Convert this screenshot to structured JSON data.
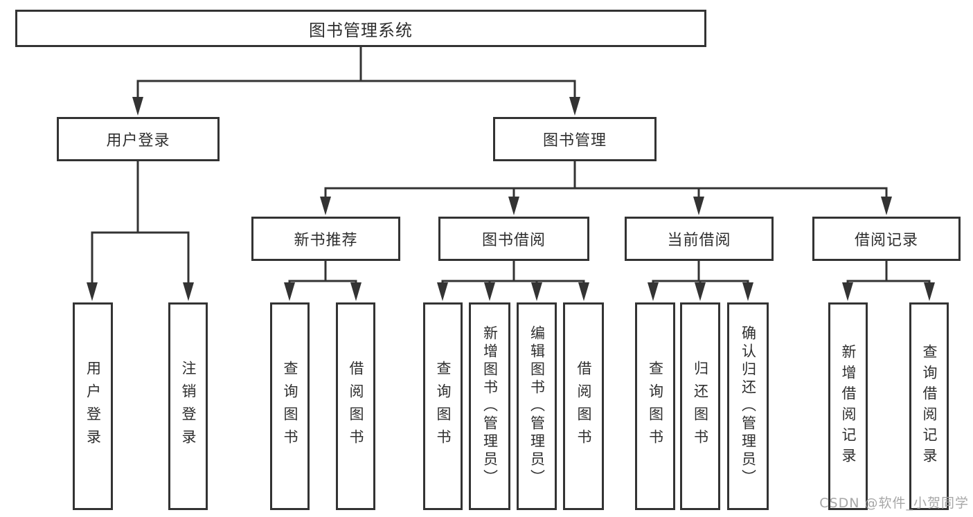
{
  "diagram": {
    "title": "图书管理系统",
    "branches": [
      {
        "label": "用户登录",
        "leaves": [
          "用户登录",
          "注销登录"
        ]
      },
      {
        "label": "图书管理",
        "groups": [
          {
            "label": "新书推荐",
            "leaves": [
              "查询图书",
              "借阅图书"
            ]
          },
          {
            "label": "图书借阅",
            "leaves": [
              "查询图书",
              "新增图书（管理员）",
              "编辑图书（管理员）",
              "借阅图书"
            ]
          },
          {
            "label": "当前借阅",
            "leaves": [
              "查询图书",
              "归还图书",
              "确认归还（管理员）"
            ]
          },
          {
            "label": "借阅记录",
            "leaves": [
              "新增借阅记录",
              "查询借阅记录"
            ]
          }
        ]
      }
    ]
  },
  "watermark": {
    "text": "CSDN @软件_小贺同学"
  },
  "colors": {
    "line": "#333333",
    "text": "#2e2e2e",
    "box_background": "#ffffff",
    "watermark": "#a0a0a0",
    "background": "#ffffff"
  }
}
